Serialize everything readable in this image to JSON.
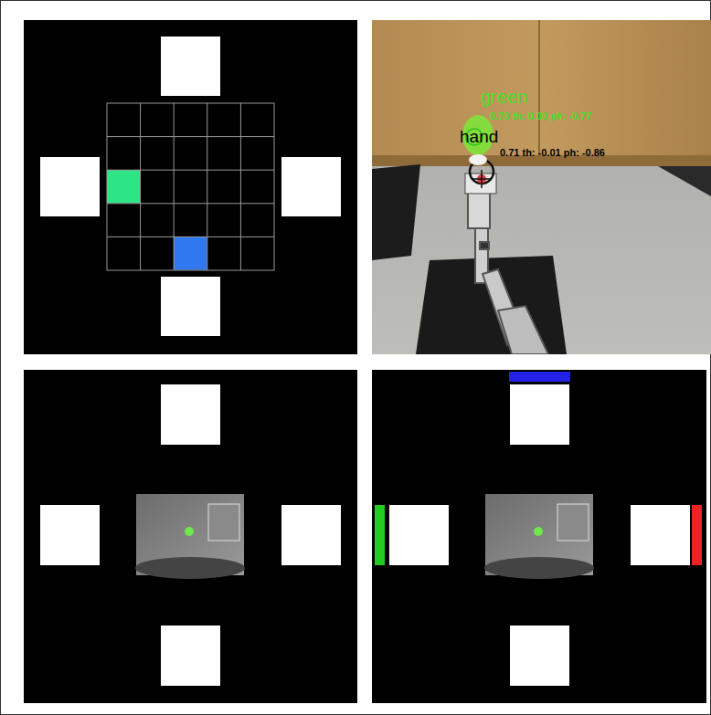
{
  "diagram": {
    "labels": [
      "green",
      "0.73 th: 0.00 ph: -0.77",
      "hand",
      "0.71 th: -0.01 ph: -0.86"
    ]
  }
}
